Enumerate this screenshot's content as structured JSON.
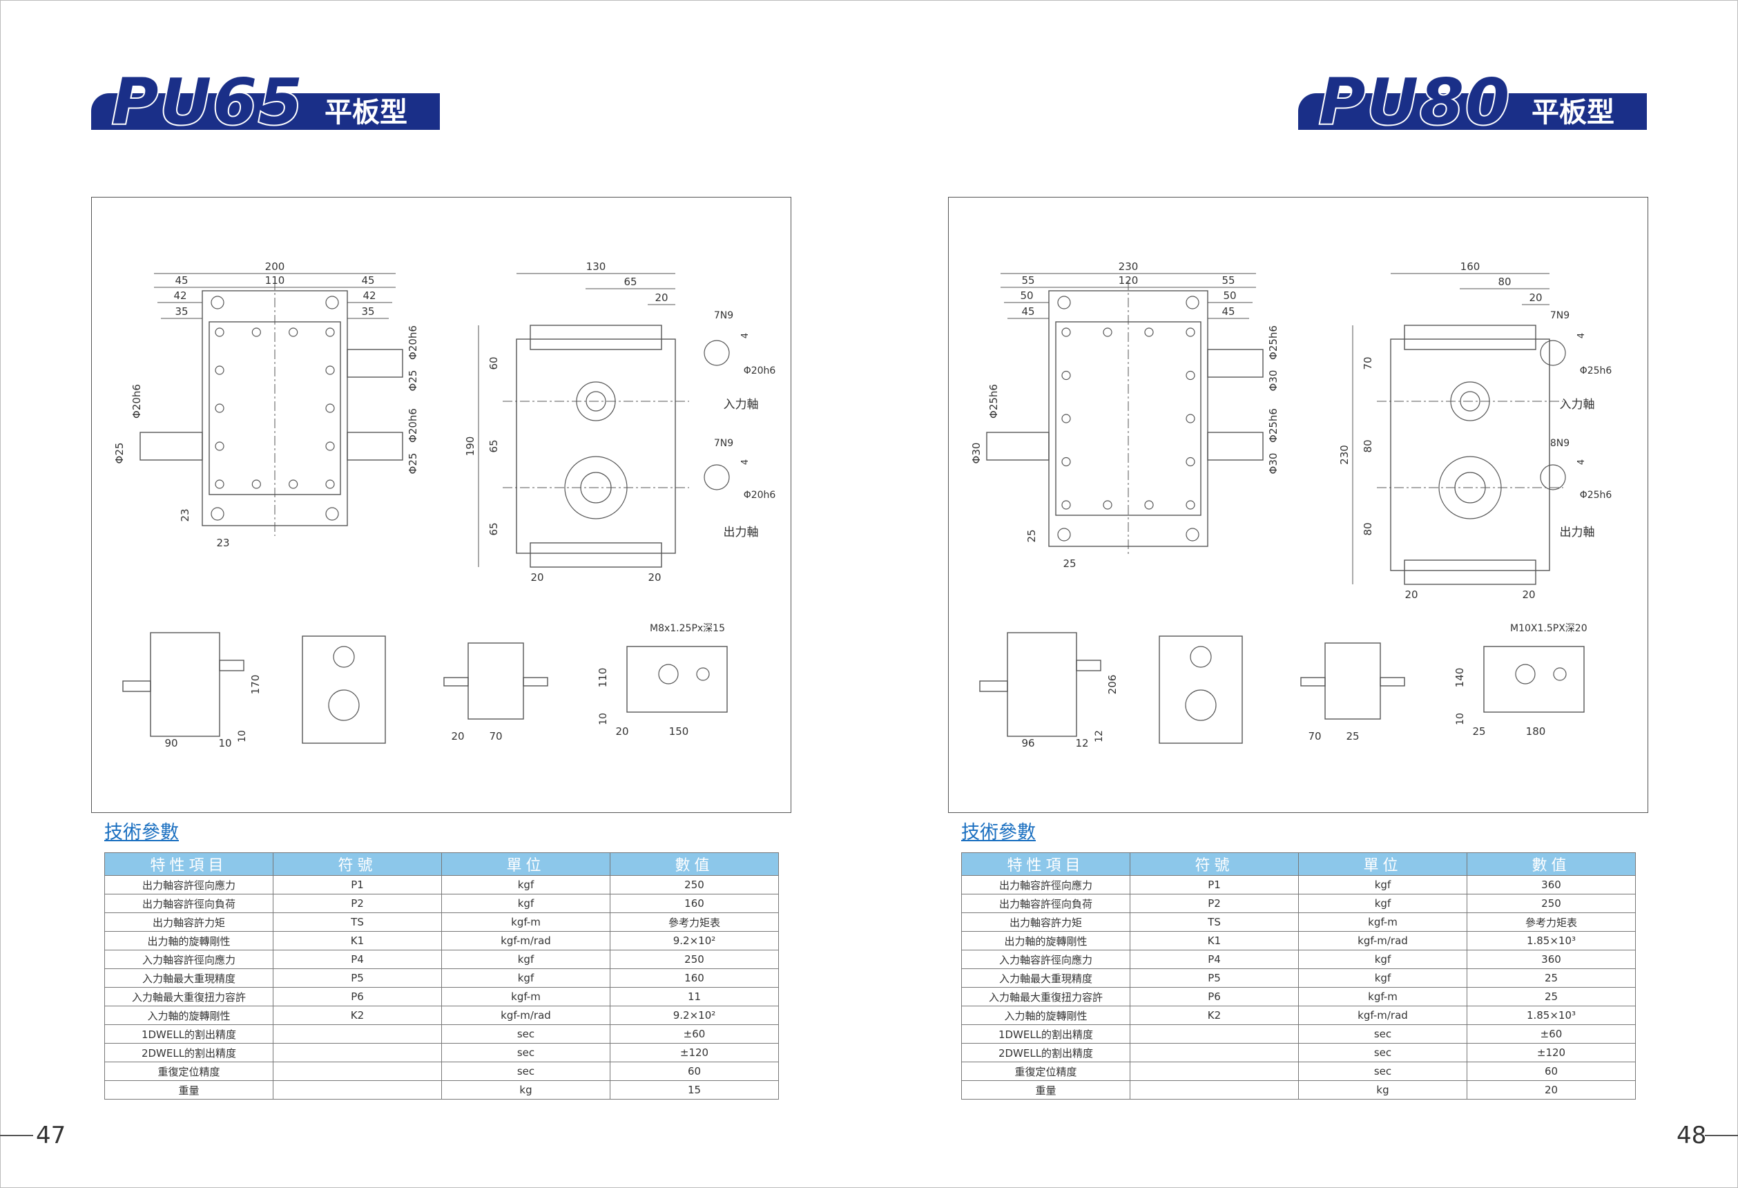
{
  "left": {
    "model": "PU65",
    "type_label": "平板型",
    "section_title": "技術參數",
    "page_number": "47",
    "drawing": {
      "top_dims": [
        "200",
        "45",
        "110",
        "45",
        "42",
        "42",
        "35",
        "35"
      ],
      "shaft_dims": [
        "Φ20h6",
        "Φ25",
        "Φ20h6",
        "Φ25",
        "Φ20h6",
        "Φ25"
      ],
      "base_dims": [
        "23",
        "23"
      ],
      "side_dims": [
        "130",
        "65",
        "20",
        "60",
        "190",
        "65",
        "65",
        "20",
        "20"
      ],
      "keyway_dims": [
        "7N9",
        "4",
        "Φ20h6",
        "7N9",
        "4",
        "Φ20h6"
      ],
      "input_shaft": "入力軸",
      "output_shaft": "出力軸",
      "small_dims": [
        "170",
        "90",
        "10",
        "10",
        "20",
        "70",
        "110",
        "10",
        "20",
        "150"
      ],
      "thread_note": "M8x1.25Px深15"
    },
    "table": {
      "headers": [
        "特性項目",
        "符號",
        "單位",
        "數值"
      ],
      "rows": [
        [
          "出力軸容許徑向應力",
          "P1",
          "kgf",
          "250"
        ],
        [
          "出力軸容許徑向負荷",
          "P2",
          "kgf",
          "160"
        ],
        [
          "出力軸容許力矩",
          "TS",
          "kgf-m",
          "參考力矩表"
        ],
        [
          "出力軸的旋轉剛性",
          "K1",
          "kgf-m/rad",
          "9.2×10²"
        ],
        [
          "入力軸容許徑向應力",
          "P4",
          "kgf",
          "250"
        ],
        [
          "入力軸最大重現精度",
          "P5",
          "kgf",
          "160"
        ],
        [
          "入力軸最大重復扭力容許",
          "P6",
          "kgf-m",
          "11"
        ],
        [
          "入力軸的旋轉剛性",
          "K2",
          "kgf-m/rad",
          "9.2×10²"
        ],
        [
          "1DWELL的割出精度",
          "",
          "sec",
          "±60"
        ],
        [
          "2DWELL的割出精度",
          "",
          "sec",
          "±120"
        ],
        [
          "重復定位精度",
          "",
          "sec",
          "60"
        ],
        [
          "重量",
          "",
          "kg",
          "15"
        ]
      ]
    }
  },
  "right": {
    "model": "PU80",
    "type_label": "平板型",
    "section_title": "技術參數",
    "page_number": "48",
    "drawing": {
      "top_dims": [
        "230",
        "55",
        "120",
        "55",
        "50",
        "50",
        "45",
        "45"
      ],
      "shaft_dims": [
        "Φ25h6",
        "Φ30",
        "Φ25h6",
        "Φ30",
        "Φ25h6",
        "Φ30"
      ],
      "base_dims": [
        "25",
        "25"
      ],
      "side_dims": [
        "160",
        "80",
        "20",
        "70",
        "230",
        "80",
        "80",
        "20",
        "20"
      ],
      "keyway_dims": [
        "7N9",
        "4",
        "Φ25h6",
        "8N9",
        "4",
        "Φ25h6"
      ],
      "input_shaft": "入力軸",
      "output_shaft": "出力軸",
      "small_dims": [
        "206",
        "96",
        "12",
        "12",
        "70",
        "25",
        "140",
        "10",
        "25",
        "180"
      ],
      "thread_note": "M10X1.5PX深20"
    },
    "table": {
      "headers": [
        "特性項目",
        "符號",
        "單位",
        "數值"
      ],
      "rows": [
        [
          "出力軸容許徑向應力",
          "P1",
          "kgf",
          "360"
        ],
        [
          "出力軸容許徑向負荷",
          "P2",
          "kgf",
          "250"
        ],
        [
          "出力軸容許力矩",
          "TS",
          "kgf-m",
          "參考力矩表"
        ],
        [
          "出力軸的旋轉剛性",
          "K1",
          "kgf-m/rad",
          "1.85×10³"
        ],
        [
          "入力軸容許徑向應力",
          "P4",
          "kgf",
          "360"
        ],
        [
          "入力軸最大重現精度",
          "P5",
          "kgf",
          "25"
        ],
        [
          "入力軸最大重復扭力容許",
          "P6",
          "kgf-m",
          "25"
        ],
        [
          "入力軸的旋轉剛性",
          "K2",
          "kgf-m/rad",
          "1.85×10³"
        ],
        [
          "1DWELL的割出精度",
          "",
          "sec",
          "±60"
        ],
        [
          "2DWELL的割出精度",
          "",
          "sec",
          "±120"
        ],
        [
          "重復定位精度",
          "",
          "sec",
          "60"
        ],
        [
          "重量",
          "",
          "kg",
          "20"
        ]
      ]
    }
  },
  "colors": {
    "brand_blue": "#1a2f88",
    "table_header": "#8cc7ea",
    "section_title": "#1a6fc0"
  }
}
